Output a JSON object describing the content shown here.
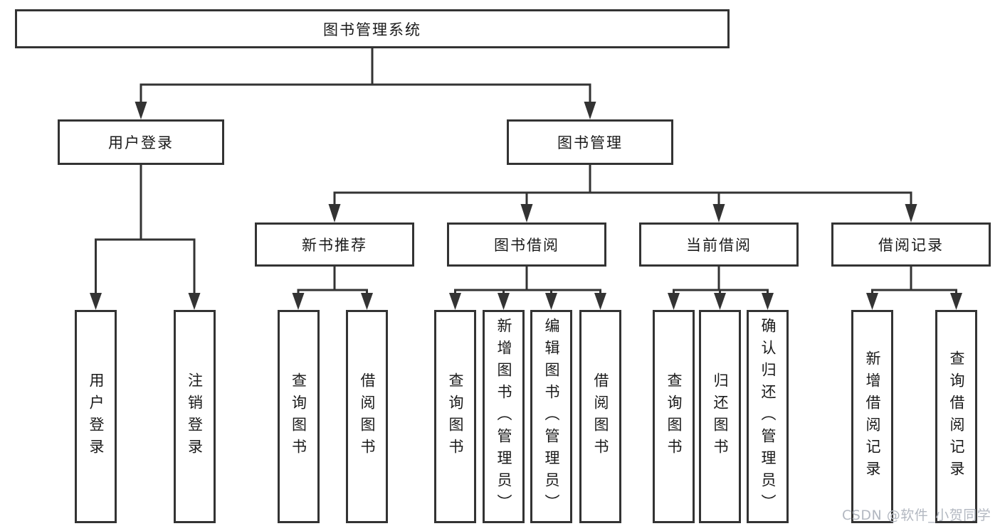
{
  "root": {
    "label": "图书管理系统"
  },
  "level2": [
    {
      "id": "user-login",
      "label": "用户登录"
    },
    {
      "id": "book-management",
      "label": "图书管理"
    }
  ],
  "level3": [
    {
      "id": "new-book-recommendation",
      "label": "新书推荐"
    },
    {
      "id": "book-borrowing",
      "label": "图书借阅"
    },
    {
      "id": "current-borrowing",
      "label": "当前借阅"
    },
    {
      "id": "borrowing-records",
      "label": "借阅记录"
    }
  ],
  "leaves": {
    "user_login": [
      {
        "label": "用户登录"
      },
      {
        "label": "注销登录"
      }
    ],
    "new_book_recommendation": [
      {
        "label": "查询图书"
      },
      {
        "label": "借阅图书"
      }
    ],
    "book_borrowing": [
      {
        "label": "查询图书"
      },
      {
        "label": "新增图书（管理员）"
      },
      {
        "label": "编辑图书（管理员）"
      },
      {
        "label": "借阅图书"
      }
    ],
    "current_borrowing": [
      {
        "label": "查询图书"
      },
      {
        "label": "归还图书"
      },
      {
        "label": "确认归还（管理员）"
      }
    ],
    "borrowing_records": [
      {
        "label": "新增借阅记录"
      },
      {
        "label": "查询借阅记录"
      }
    ]
  },
  "watermark": {
    "text": "CSDN @软件_小贺同学"
  },
  "colors": {
    "line": "#333333",
    "text": "#1a1a1a",
    "watermark": "#b3b8c1",
    "background": "#ffffff"
  }
}
